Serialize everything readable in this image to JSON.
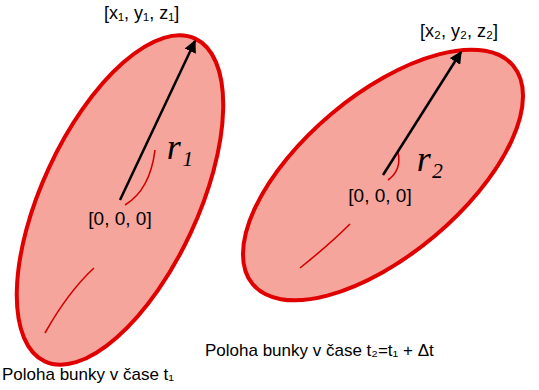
{
  "diagram": {
    "nodes": [
      {
        "text": [
          "r₁",
          "[0, 0, 0]"
        ]
      },
      {
        "text": [
          "r₂",
          "[0, 0, 0]"
        ]
      }
    ],
    "labels": [
      "[x₁, y₁, z₁]",
      "[x₂, y₂, z₂]",
      "Poloha bunky v čase t₂=t₁ + Δt",
      "Poloha bunky v čase t₁"
    ]
  }
}
